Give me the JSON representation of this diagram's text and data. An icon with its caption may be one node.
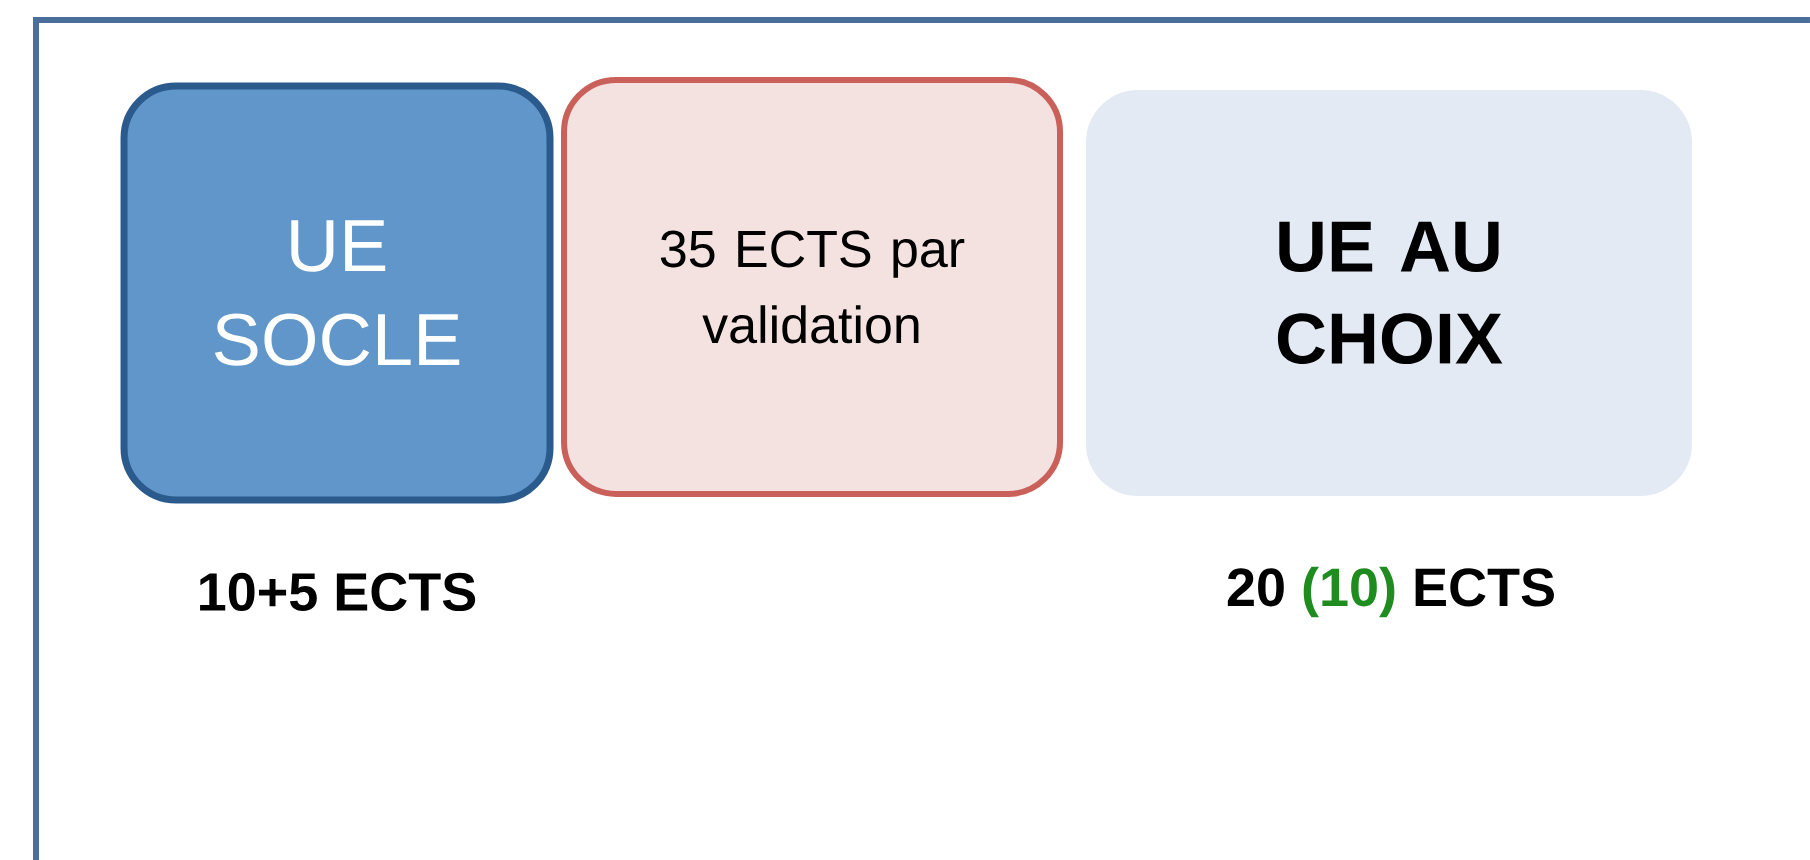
{
  "diagram": {
    "nodes": [
      {
        "text": [
          "UE SOCLE"
        ],
        "beside": [
          "10+5 ECTS"
        ]
      },
      {
        "text": [
          "35 ECTS par validation"
        ]
      },
      {
        "text": [
          "UE AU CHOIX"
        ],
        "beside": [
          "20",
          "(10)",
          "ECTS"
        ]
      }
    ]
  }
}
